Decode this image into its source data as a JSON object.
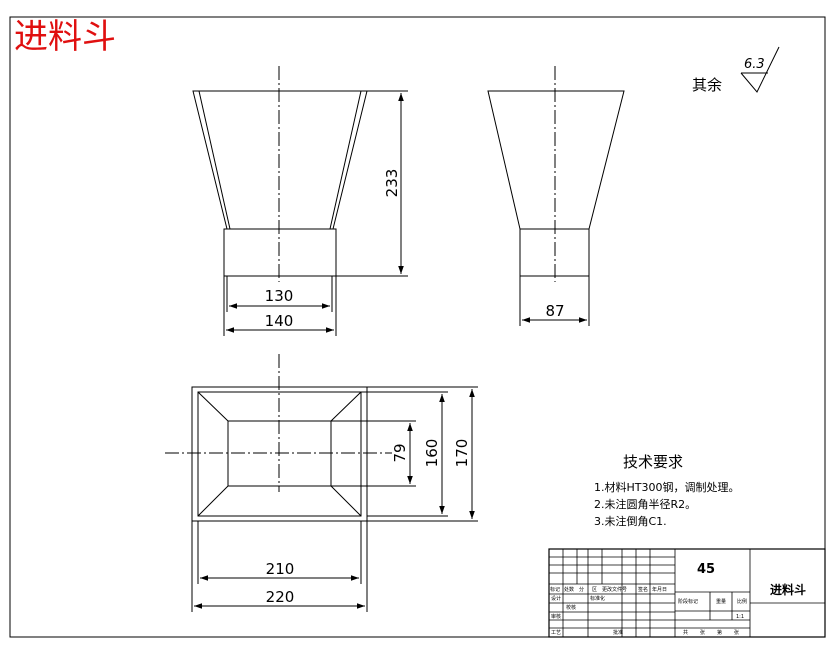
{
  "title": "进料斗",
  "surface": {
    "label": "其余",
    "value": "6.3"
  },
  "dimensions": {
    "front_height": "233",
    "front_inner_width": "130",
    "front_outer_width": "140",
    "side_width": "87",
    "top_inner_height": "79",
    "top_mid_height": "160",
    "top_outer_height": "170",
    "top_inner_width": "210",
    "top_outer_width": "220"
  },
  "tech": {
    "title": "技术要求",
    "items": [
      "1.材料HT300钢，调制处理。",
      "2.未注圆角半径R2。",
      "3.未注倒角C1."
    ]
  },
  "titleblock": {
    "material": "45",
    "part_name": "进料斗",
    "header_cells": [
      "标记",
      "处数",
      "分",
      "区",
      "更改文件号",
      "签名",
      "年月日"
    ],
    "row_design": "设计",
    "row_std": "标准化",
    "row_check": "校核",
    "row_review": "审核",
    "row_process": "工艺",
    "row_approve": "批准",
    "stage_labels": [
      "阶段标记",
      "重量",
      "比例"
    ],
    "ratio": "1:1",
    "sheet_labels": [
      "共",
      "张",
      "第",
      "张"
    ]
  },
  "colors": {
    "title": "#e01010",
    "line": "#000000"
  }
}
